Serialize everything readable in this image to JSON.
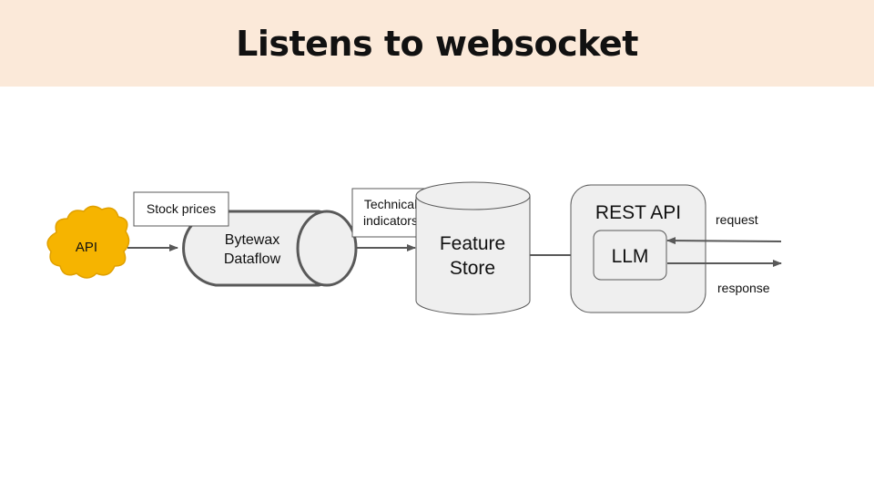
{
  "slide": {
    "title": "Listens to websocket"
  },
  "diagram": {
    "nodes": {
      "api": "API",
      "bytewax_line1": "Bytewax",
      "bytewax_line2": "Dataflow",
      "feature_line1": "Feature",
      "feature_line2": "Store",
      "rest_api": "REST API",
      "llm": "LLM"
    },
    "labels": {
      "stock_prices": "Stock prices",
      "technical_line1": "Technical",
      "technical_line2": "indicators",
      "request": "request",
      "response": "response"
    },
    "colors": {
      "header_bg": "#fbe9d9",
      "api_cloud": "#f6b400",
      "shape_fill": "#efefef",
      "stroke": "#595959"
    }
  }
}
